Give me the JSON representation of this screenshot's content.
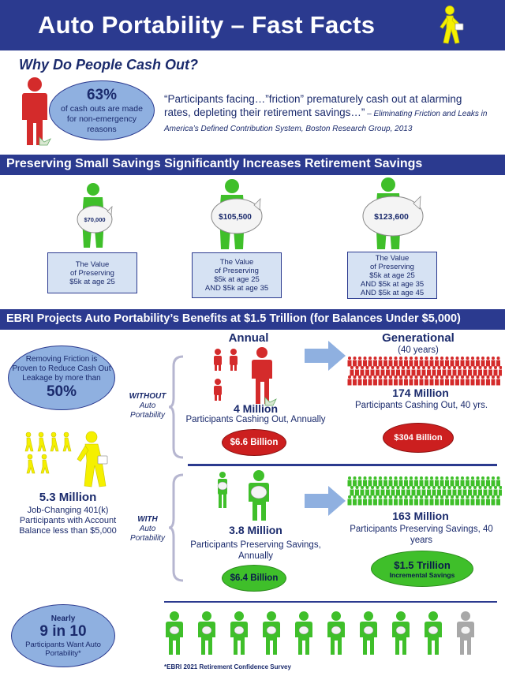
{
  "header": {
    "title": "Auto Portability – Fast Facts"
  },
  "why": {
    "heading": "Why Do People Cash Out?",
    "stat_value": "63%",
    "stat_text": "of cash outs are made for non-emergency reasons",
    "quote": "“Participants facing…”friction” prematurely cash out at alarming rates, depleting their retirement savings…”",
    "citation": " – Eliminating Friction and Leaks in America’s Defined Contribution System, Boston Research Group, 2013"
  },
  "preserving": {
    "banner": "Preserving Small Savings Significantly Increases Retirement Savings",
    "items": [
      {
        "amount": "$70,000",
        "line1": "The Value",
        "line2": "of Preserving",
        "line3": "$5k at age 25",
        "line4": "",
        "line5": ""
      },
      {
        "amount": "$105,500",
        "line1": "The Value",
        "line2": "of Preserving",
        "line3": "$5k at age 25",
        "line4": "AND $5k at age 35",
        "line5": ""
      },
      {
        "amount": "$123,600",
        "line1": "The Value",
        "line2": "of Preserving",
        "line3": "$5k at age 25",
        "line4": "AND $5k at age 35",
        "line5": "AND $5k at age 45"
      }
    ]
  },
  "ebri": {
    "banner": "EBRI Projects Auto Portability’s Benefits at $1.5 Trillion (for Balances Under $5,000)",
    "friction_line1": "Removing Friction is",
    "friction_line2": "Proven to Reduce Cash Out",
    "friction_line3": "Leakage by more than",
    "friction_value": "50%",
    "jobchange_value": "5.3 Million",
    "jobchange_text": "Job-Changing 401(k) Participants with Account Balance less than $5,000",
    "annual_heading": "Annual",
    "generational_heading": "Generational",
    "generational_sub": "(40 years)",
    "without_bold": "WITHOUT",
    "without_rest_1": "Auto",
    "without_rest_2": "Portability",
    "with_bold": "WITH",
    "with_rest_1": "Auto",
    "with_rest_2": "Portability",
    "annual_without_value": "4 Million",
    "annual_without_text": "Participants Cashing Out, Annually",
    "annual_without_amount": "$6.6 Billion",
    "gen_without_value": "174 Million",
    "gen_without_text": "Participants Cashing Out, 40 yrs.",
    "gen_without_amount": "$304 Billion",
    "annual_with_value": "3.8 Million",
    "annual_with_text": "Participants Preserving Savings, Annually",
    "annual_with_amount": "$6.4 Billion",
    "gen_with_value": "163 Million",
    "gen_with_text": "Participants Preserving Savings, 40 years",
    "gen_with_amount": "$1.5 Trillion",
    "gen_with_sub": "Incremental Savings"
  },
  "survey": {
    "nearly": "Nearly",
    "value": "9 in 10",
    "text": "Participants Want Auto Portability*",
    "footnote": "*EBRI 2021 Retirement Confidence Survey",
    "shown_filled": 9,
    "shown_total": 10
  },
  "colors": {
    "navy": "#2b3a8f",
    "red": "#d42b2b",
    "green": "#3fbf2a",
    "light_blue_oval": "#8fb0e0",
    "yellow": "#f5f000"
  }
}
